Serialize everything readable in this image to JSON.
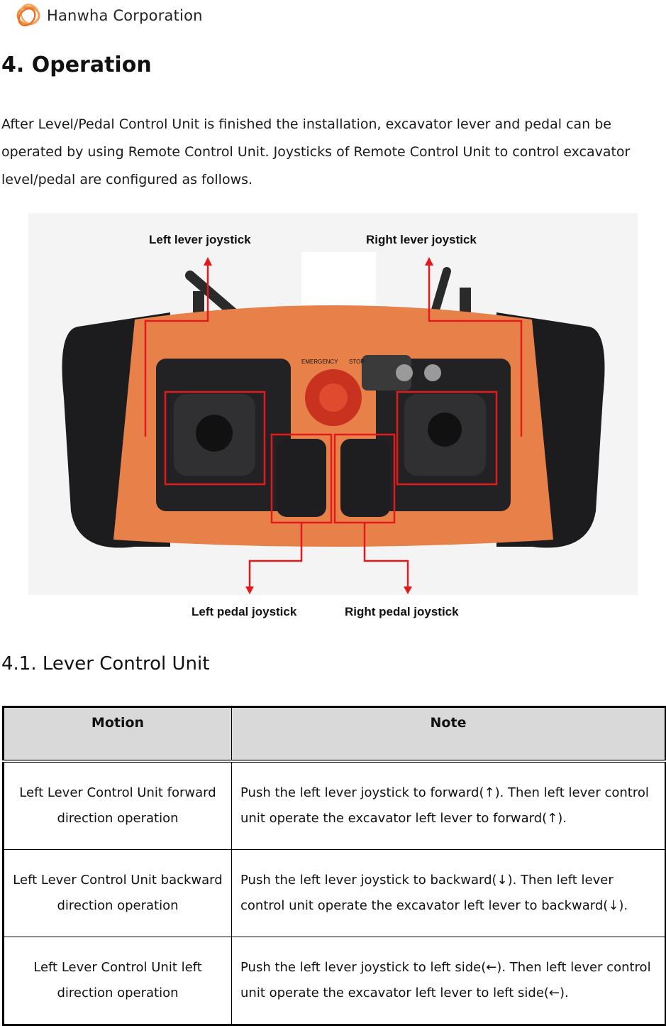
{
  "header": {
    "company": "Hanwha Corporation"
  },
  "section": {
    "title": "4. Operation",
    "intro": "After Level/Pedal Control Unit is finished the installation, excavator lever and pedal can be operated by using Remote Control Unit. Joysticks of Remote Control Unit to control excavator level/pedal are configured as follows."
  },
  "figure": {
    "callouts": {
      "left_lever": "Left lever joystick",
      "right_lever": "Right lever joystick",
      "left_pedal": "Left pedal joystick",
      "right_pedal": "Right pedal joystick"
    },
    "device_labels": {
      "emergency": "EMERGENCY",
      "stop": "STOP"
    },
    "colors": {
      "device_orange": "#e8804a",
      "callout_red": "#e21a1a",
      "body_black": "#1c1c1e"
    }
  },
  "subsection": {
    "title": "4.1. Lever Control Unit"
  },
  "table": {
    "headers": {
      "motion": "Motion",
      "note": "Note"
    },
    "rows": [
      {
        "motion": "Left Lever Control Unit forward direction operation",
        "note": "Push the left lever joystick to forward(↑). Then left lever control unit operate the excavator left lever to forward(↑)."
      },
      {
        "motion": "Left Lever Control Unit backward direction operation",
        "note": "Push the left lever joystick to backward(↓). Then left lever control unit operate the excavator left lever to backward(↓)."
      },
      {
        "motion": "Left Lever Control Unit left direction operation",
        "note": "Push the left lever joystick to left side(←). Then left lever control unit operate the excavator left lever to left side(←)."
      }
    ]
  }
}
